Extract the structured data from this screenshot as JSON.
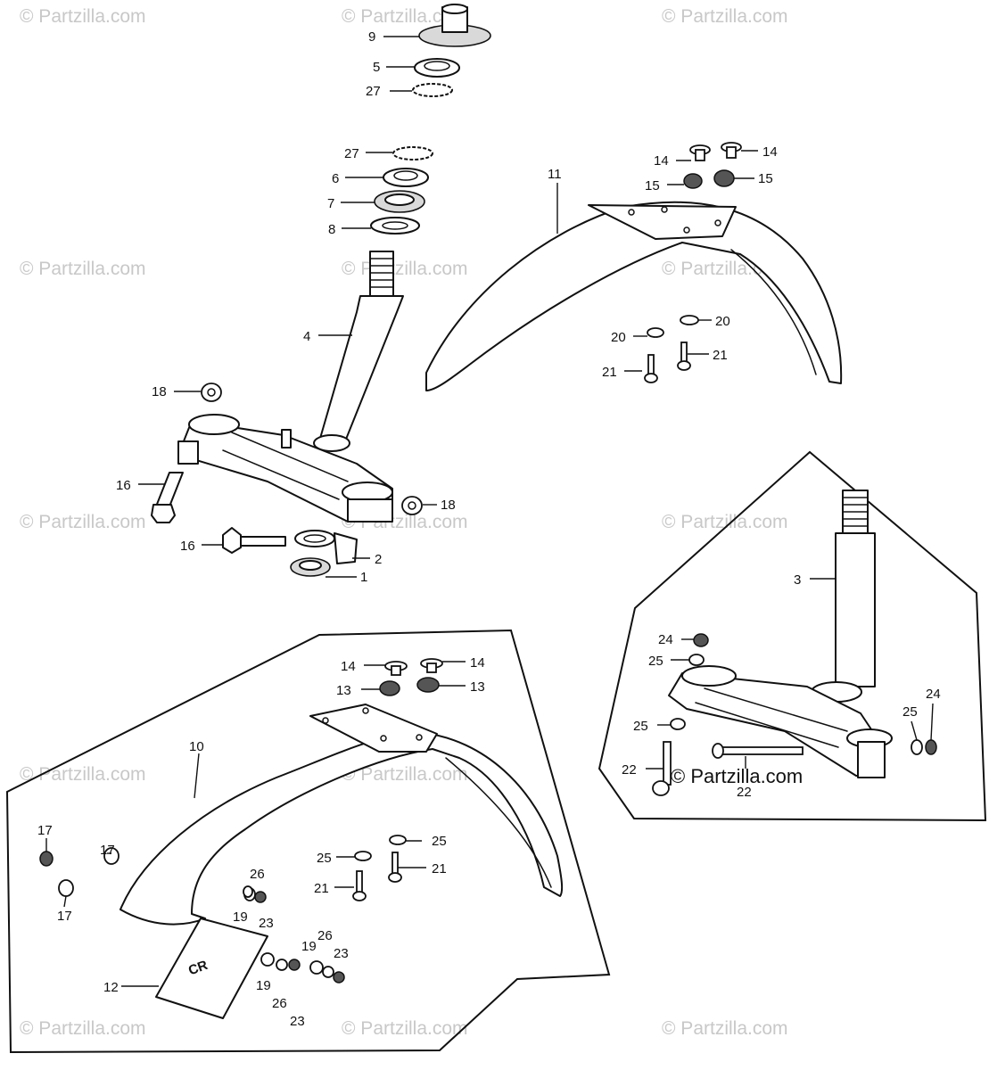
{
  "watermark": "© Partzilla.com",
  "brand_label": "© Partzilla.com",
  "emblem_text": "CR",
  "callouts": {
    "c9": "9",
    "c5": "5",
    "c27a": "27",
    "c27b": "27",
    "c6": "6",
    "c7": "7",
    "c8": "8",
    "c4": "4",
    "c18a": "18",
    "c18b": "18",
    "c16a": "16",
    "c16b": "16",
    "c2": "2",
    "c1": "1",
    "c11": "11",
    "c14a": "14",
    "c14b": "14",
    "c15a": "15",
    "c15b": "15",
    "c20a": "20",
    "c20b": "20",
    "c21a": "21",
    "c21b": "21",
    "c3": "3",
    "c24a": "24",
    "c24b": "24",
    "c25a": "25",
    "c25b": "25",
    "c25c": "25",
    "c22a": "22",
    "c22b": "22",
    "c10": "10",
    "c14c": "14",
    "c14d": "14",
    "c13a": "13",
    "c13b": "13",
    "c17a": "17",
    "c17b": "17",
    "c17c": "17",
    "c12": "12",
    "c26a": "26",
    "c19a": "19",
    "c23a": "23",
    "c19b": "19",
    "c26b": "26",
    "c23b": "23",
    "c19c": "19",
    "c26c": "26",
    "c23c": "23",
    "c25d": "25",
    "c25e": "25",
    "c21c": "21",
    "c21d": "21"
  }
}
